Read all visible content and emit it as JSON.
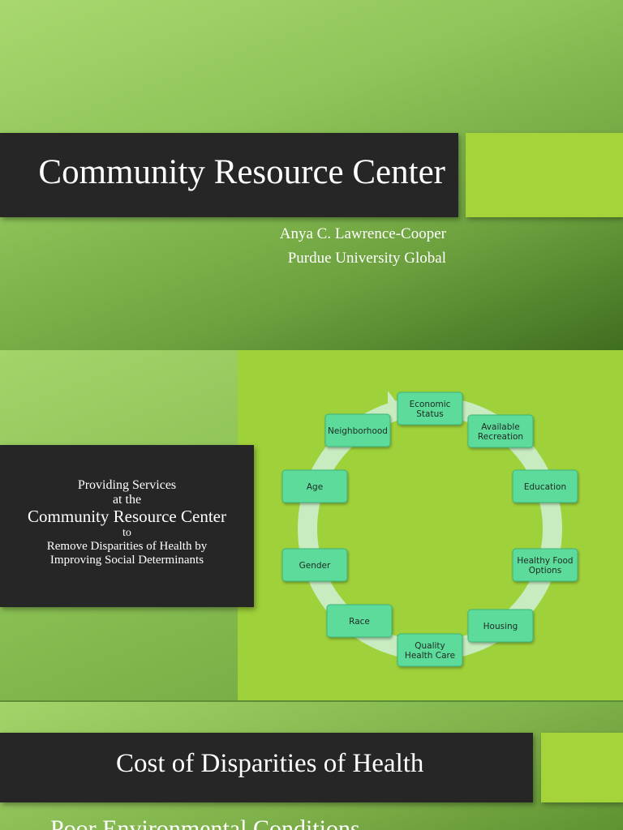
{
  "slide1": {
    "title": "Community Resource Center",
    "author": "Anya C. Lawrence-Cooper",
    "institution": "Purdue University Global"
  },
  "slide2": {
    "box": {
      "line1": "Providing Services",
      "line2": "at the",
      "line3": "Community Resource Center",
      "line4": "to",
      "line5": "Remove Disparities of Health by",
      "line6": "Improving Social Determinants"
    },
    "cycle": {
      "items": [
        [
          "Economic",
          "Status"
        ],
        [
          "Available",
          "Recreation"
        ],
        [
          "Education"
        ],
        [
          "Healthy Food",
          "Options"
        ],
        [
          "Housing"
        ],
        [
          "Quality",
          "Health Care"
        ],
        [
          "Race"
        ],
        [
          "Gender"
        ],
        [
          "Age"
        ],
        [
          "Neighborhood"
        ]
      ],
      "node_color": "#5ddb9b",
      "ring_color": "#c8ecc0"
    }
  },
  "slide3": {
    "title": "Cost of Disparities of Health",
    "bullet_partial": "Poor Environmental Conditions"
  },
  "colors": {
    "title_bar": "#262626",
    "accent": "#a4d43a",
    "panel_green": "#9fd13a"
  }
}
